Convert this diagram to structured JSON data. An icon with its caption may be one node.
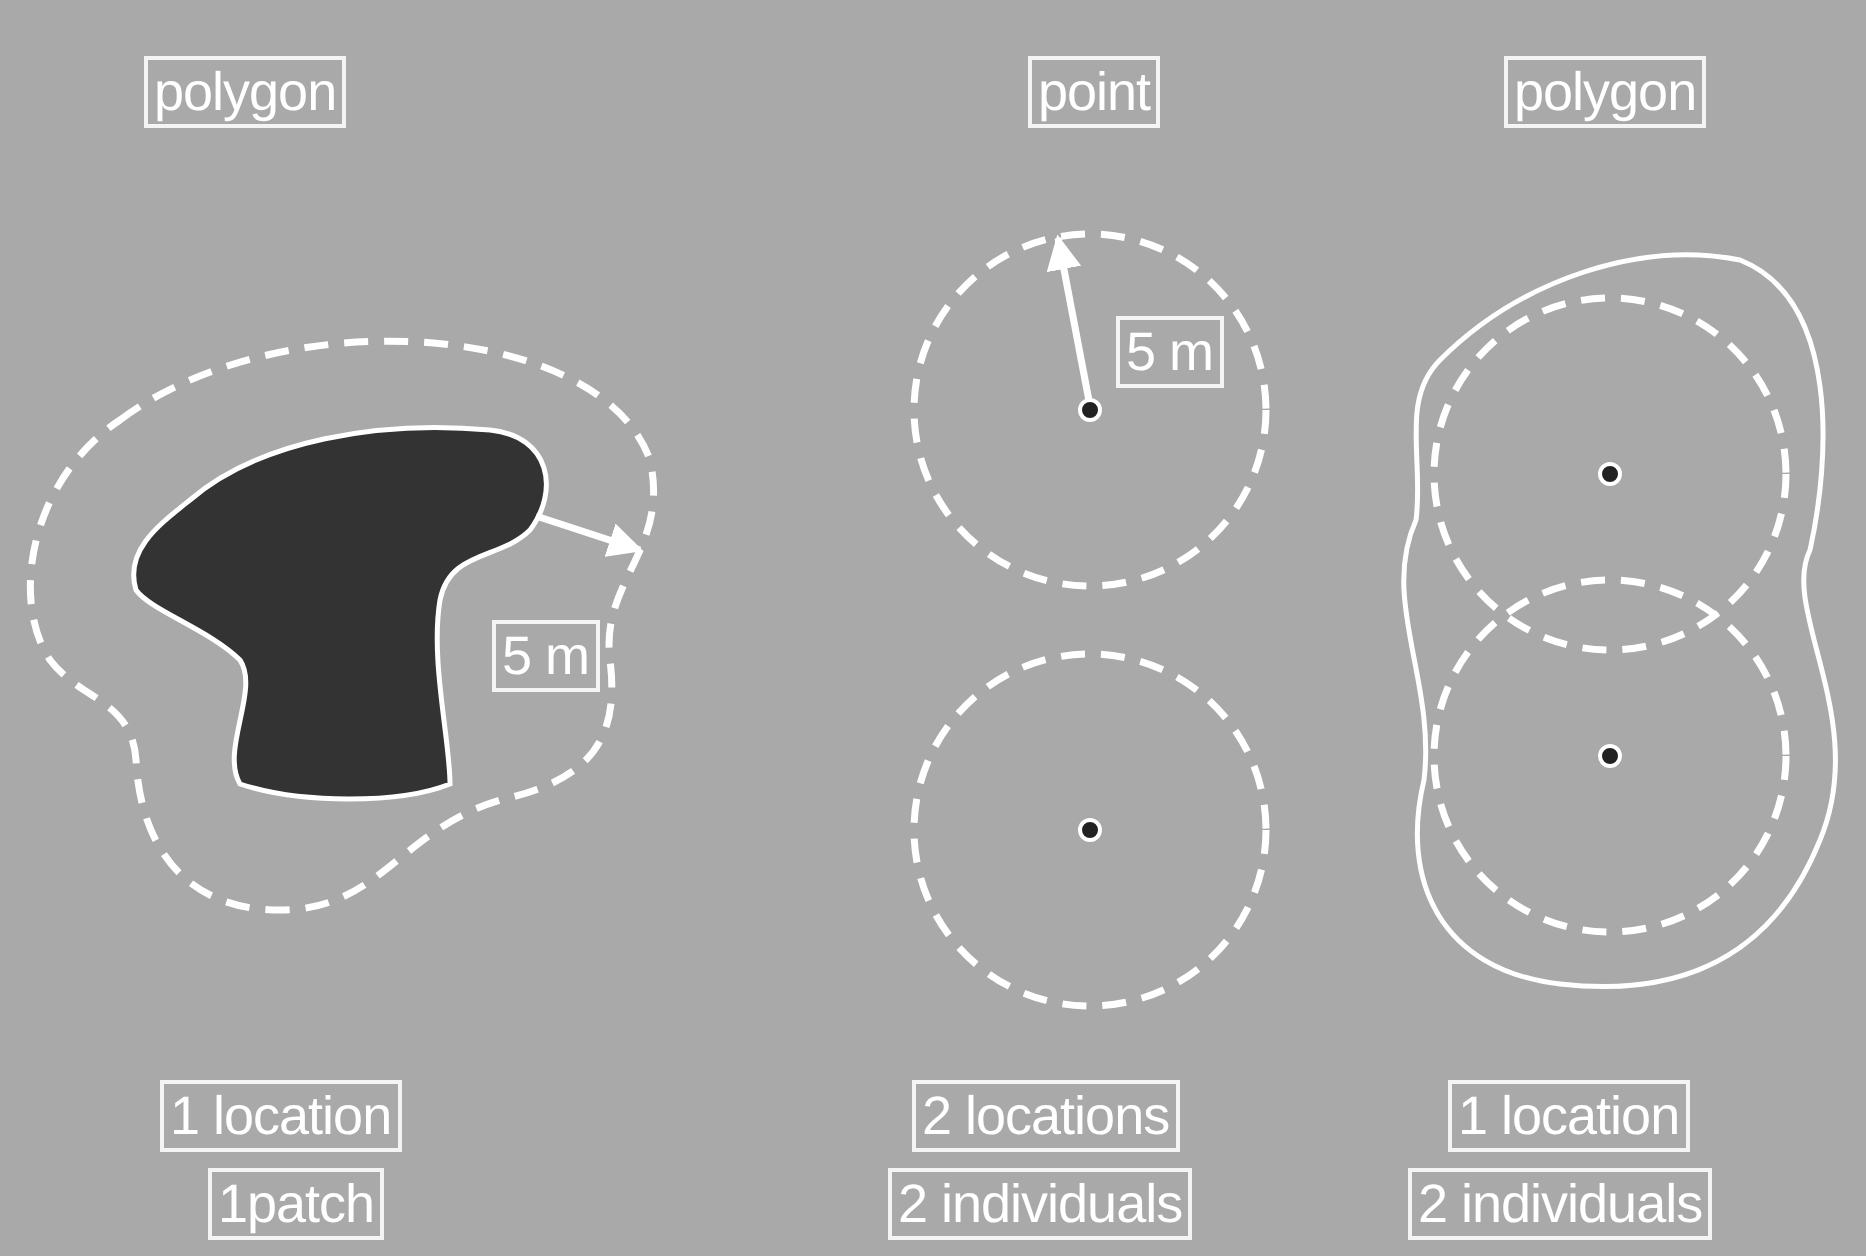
{
  "diagram": {
    "labels": [
      "polygon",
      "point",
      "polygon",
      "5 m",
      "5 m",
      "1 location",
      "1patch",
      "2 locations",
      "2 individuals",
      "1 location",
      "2 individuals"
    ]
  }
}
